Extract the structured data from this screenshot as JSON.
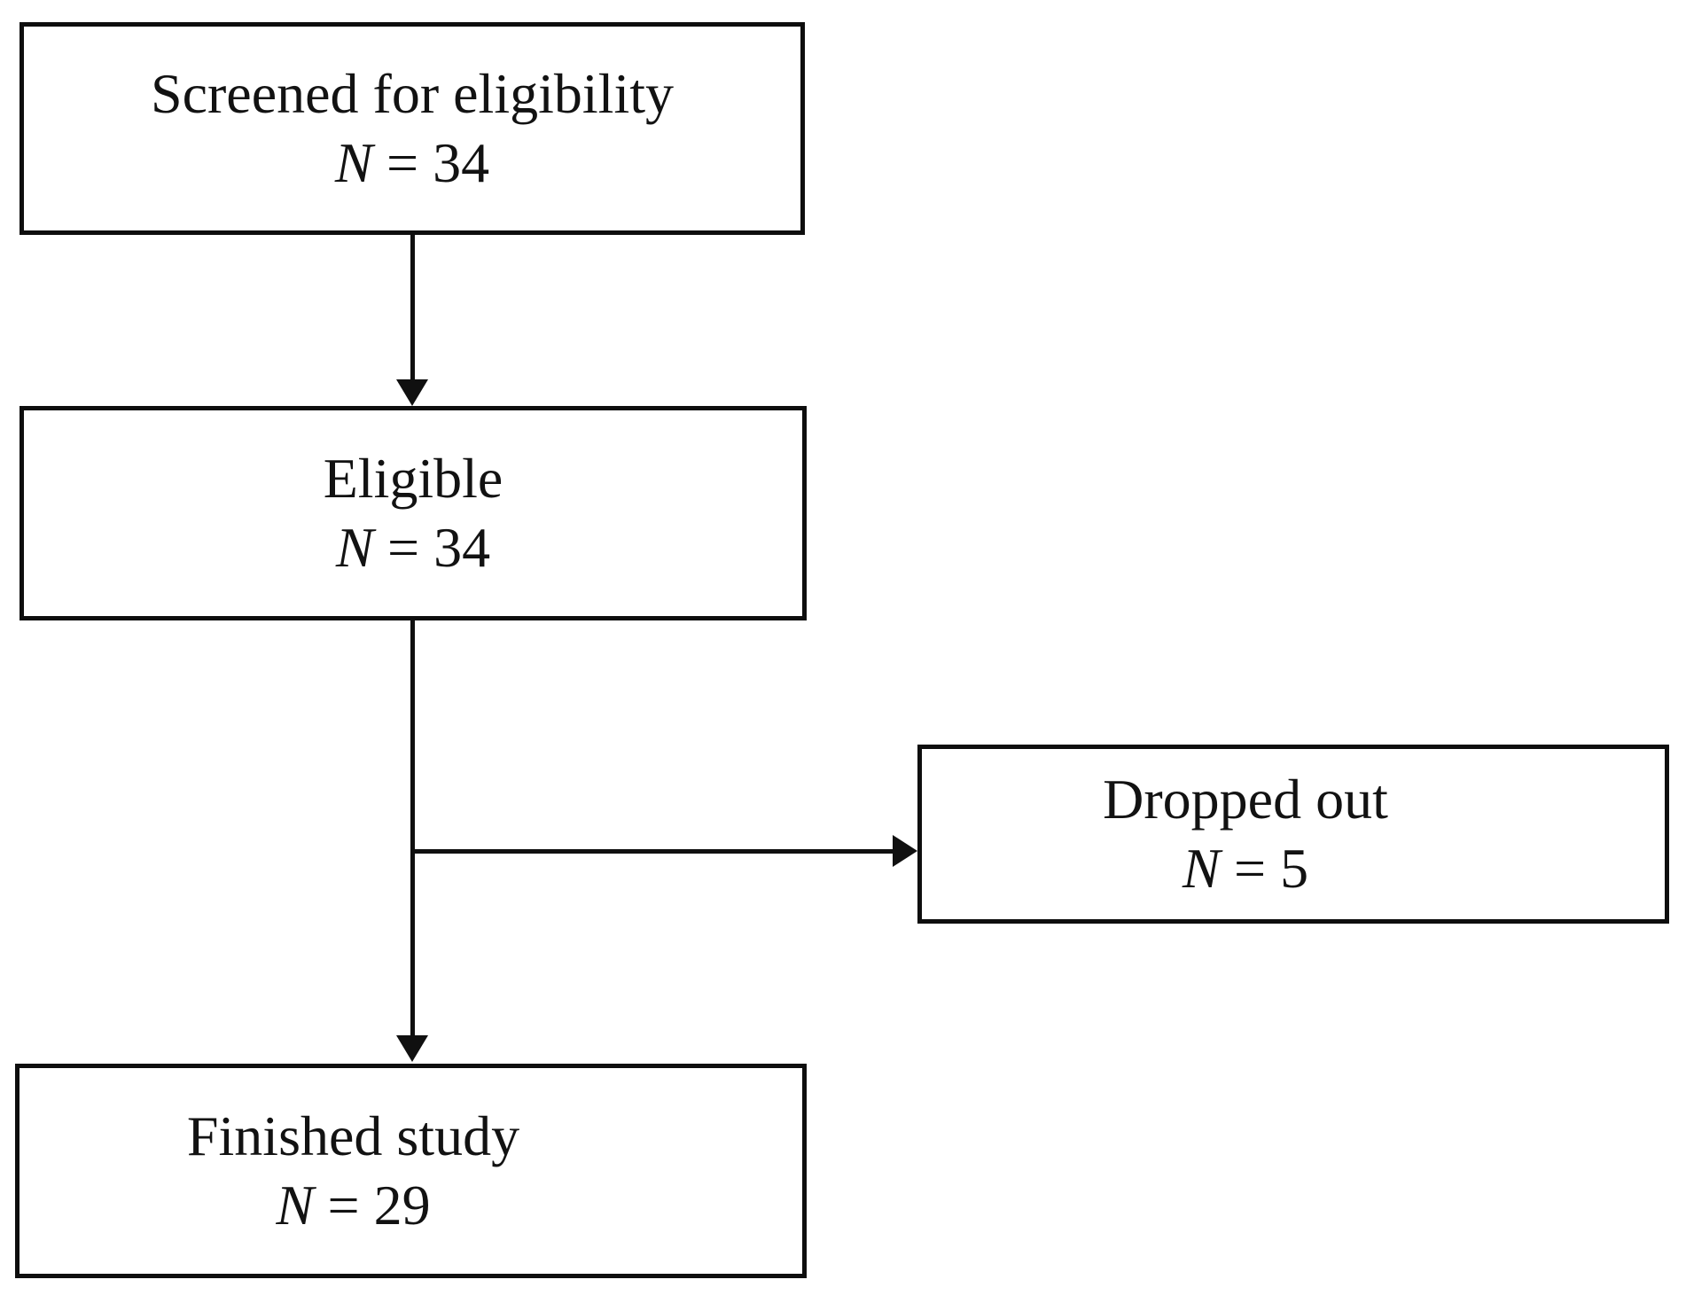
{
  "diagram_type": "study-flowchart",
  "colors": {
    "background": "#ffffff",
    "line": "#101010",
    "border": "#0e0e0e",
    "text": "#121212"
  },
  "boxes": {
    "screened": {
      "label": "Screened for eligibility",
      "n_symbol": "N",
      "n_rest": "= 34"
    },
    "eligible": {
      "label": "Eligible",
      "n_symbol": "N",
      "n_rest": "= 34"
    },
    "dropped": {
      "label": "Dropped out",
      "n_symbol": "N",
      "n_rest": "= 5"
    },
    "finished": {
      "label": "Finished study",
      "n_symbol": "N",
      "n_rest": "= 29"
    }
  },
  "edges": [
    {
      "from": "screened",
      "to": "eligible",
      "direction": "down"
    },
    {
      "from": "eligible",
      "to": "dropped",
      "direction": "right-branch"
    },
    {
      "from": "eligible",
      "to": "finished",
      "direction": "down"
    }
  ]
}
